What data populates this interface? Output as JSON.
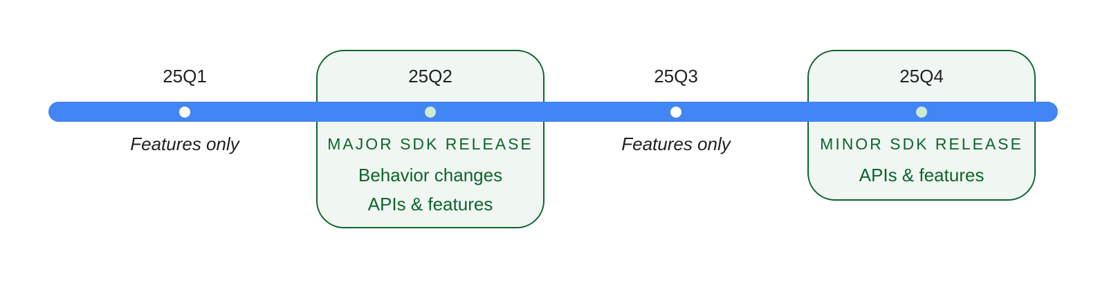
{
  "colors": {
    "background": "#ffffff",
    "bar": "#4285f4",
    "plain_dot": "#ffffff",
    "release_dot": "#ceead6",
    "card_fill": "#f0f6f1",
    "card_border": "#0d652d",
    "release_text": "#0d652d",
    "label_text": "#202124"
  },
  "timeline": {
    "milestones": [
      {
        "quarter": "25Q1",
        "type": "features-only",
        "note": "Features only"
      },
      {
        "quarter": "25Q2",
        "type": "major-sdk-release",
        "heading": "MAJOR SDK RELEASE",
        "items": [
          "Behavior changes",
          "APIs & features"
        ]
      },
      {
        "quarter": "25Q3",
        "type": "features-only",
        "note": "Features only"
      },
      {
        "quarter": "25Q4",
        "type": "minor-sdk-release",
        "heading": "MINOR SDK RELEASE",
        "items": [
          "APIs & features"
        ]
      }
    ]
  }
}
